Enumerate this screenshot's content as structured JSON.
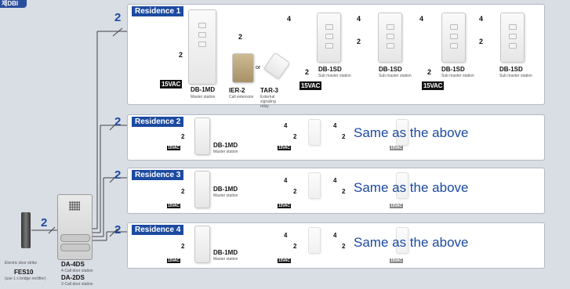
{
  "corner_badge": "제DBI",
  "residence_titles": [
    "Residence 1",
    "Residence 2",
    "Residence 3",
    "Residence 4"
  ],
  "wire_counts": {
    "two": "2",
    "four": "4"
  },
  "or_text": "or",
  "power_label": "15VAC",
  "master": {
    "model": "DB-1MD",
    "desc": "Master station"
  },
  "sub": {
    "model": "DB-1SD",
    "desc": "Sub master station"
  },
  "ier": {
    "model": "IER-2",
    "desc": "Call extension"
  },
  "tar": {
    "model": "TAR-3",
    "desc": "External signaling relay"
  },
  "same_text": "Same as the above",
  "door_station": {
    "model1": "DA-4DS",
    "desc1": "4-Call door station",
    "model2": "DA-2DS",
    "desc2": "2-Call door station"
  },
  "strike": {
    "title": "Electric door strike",
    "model": "FES10",
    "note": "(use 1 x bridge rectifier)"
  }
}
